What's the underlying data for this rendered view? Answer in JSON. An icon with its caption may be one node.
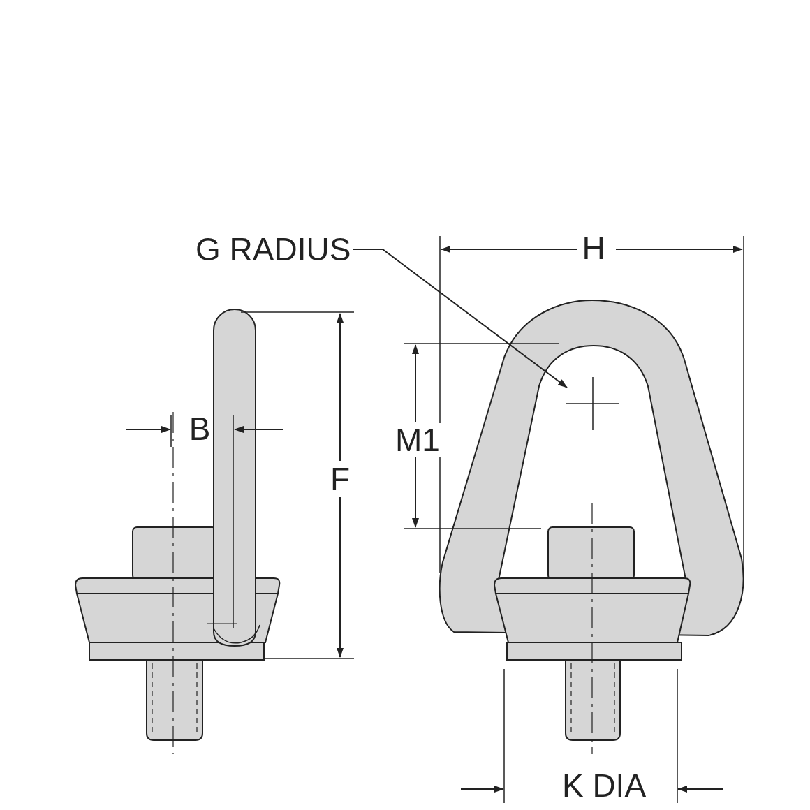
{
  "diagram": {
    "nodes": [
      {
        "text": [
          "G RADIUS"
        ]
      },
      {
        "text": [],
        "shape": "cross"
      }
    ],
    "edges": [
      {
        "from": 0,
        "to": 1,
        "arrow": "to"
      }
    ],
    "labels": [
      "H",
      "B",
      "F",
      "M1",
      "K DIA"
    ]
  }
}
